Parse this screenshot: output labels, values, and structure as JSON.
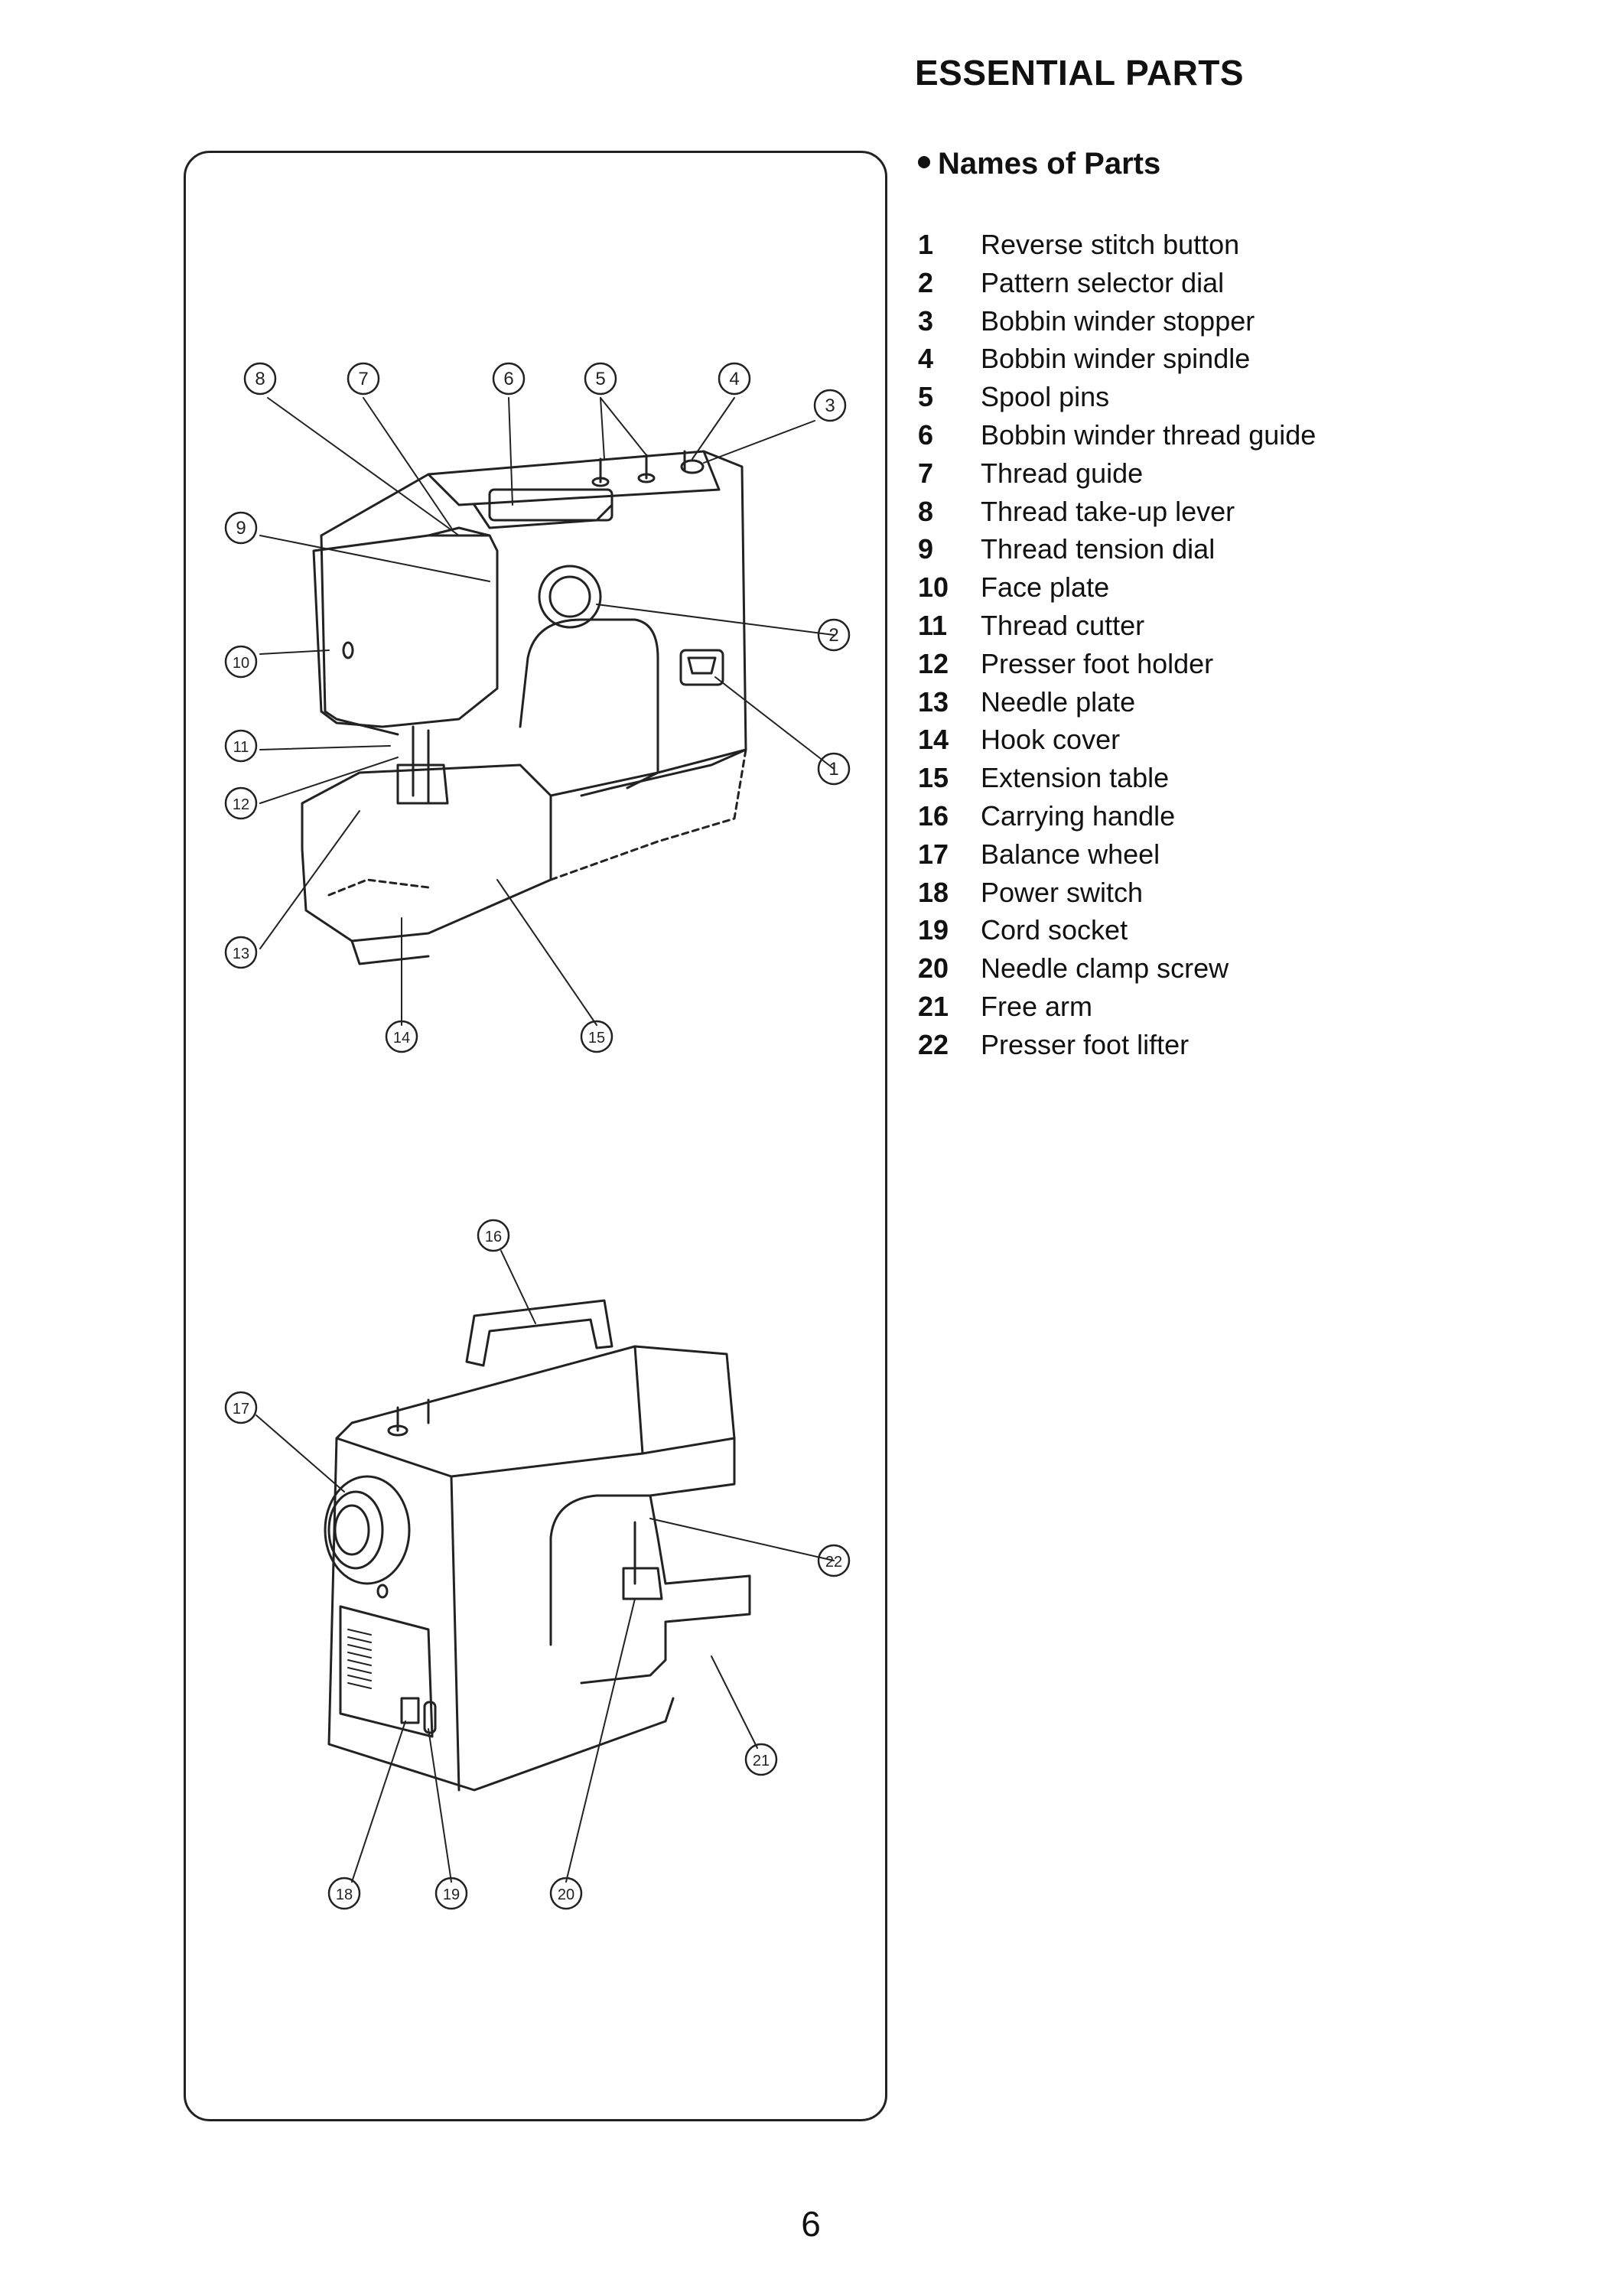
{
  "header": {
    "title": "ESSENTIAL PARTS"
  },
  "section": {
    "heading": "Names of Parts"
  },
  "parts": [
    {
      "num": "1",
      "name": "Reverse stitch button"
    },
    {
      "num": "2",
      "name": "Pattern selector dial"
    },
    {
      "num": "3",
      "name": "Bobbin winder stopper"
    },
    {
      "num": "4",
      "name": "Bobbin winder spindle"
    },
    {
      "num": "5",
      "name": "Spool pins"
    },
    {
      "num": "6",
      "name": "Bobbin winder thread guide"
    },
    {
      "num": "7",
      "name": "Thread guide"
    },
    {
      "num": "8",
      "name": "Thread take-up lever"
    },
    {
      "num": "9",
      "name": "Thread tension dial"
    },
    {
      "num": "10",
      "name": "Face plate"
    },
    {
      "num": "11",
      "name": "Thread cutter"
    },
    {
      "num": "12",
      "name": "Presser foot holder"
    },
    {
      "num": "13",
      "name": "Needle plate"
    },
    {
      "num": "14",
      "name": "Hook cover"
    },
    {
      "num": "15",
      "name": "Extension table"
    },
    {
      "num": "16",
      "name": "Carrying handle"
    },
    {
      "num": "17",
      "name": "Balance wheel"
    },
    {
      "num": "18",
      "name": "Power switch"
    },
    {
      "num": "19",
      "name": "Cord socket"
    },
    {
      "num": "20",
      "name": "Needle clamp screw"
    },
    {
      "num": "21",
      "name": "Free arm"
    },
    {
      "num": "22",
      "name": "Presser foot lifter"
    }
  ],
  "figure": {
    "callouts": [
      "1",
      "2",
      "3",
      "4",
      "5",
      "6",
      "7",
      "8",
      "9",
      "10",
      "11",
      "12",
      "13",
      "14",
      "15",
      "16",
      "17",
      "18",
      "19",
      "20",
      "21",
      "22"
    ]
  },
  "footer": {
    "page_number": "6"
  }
}
